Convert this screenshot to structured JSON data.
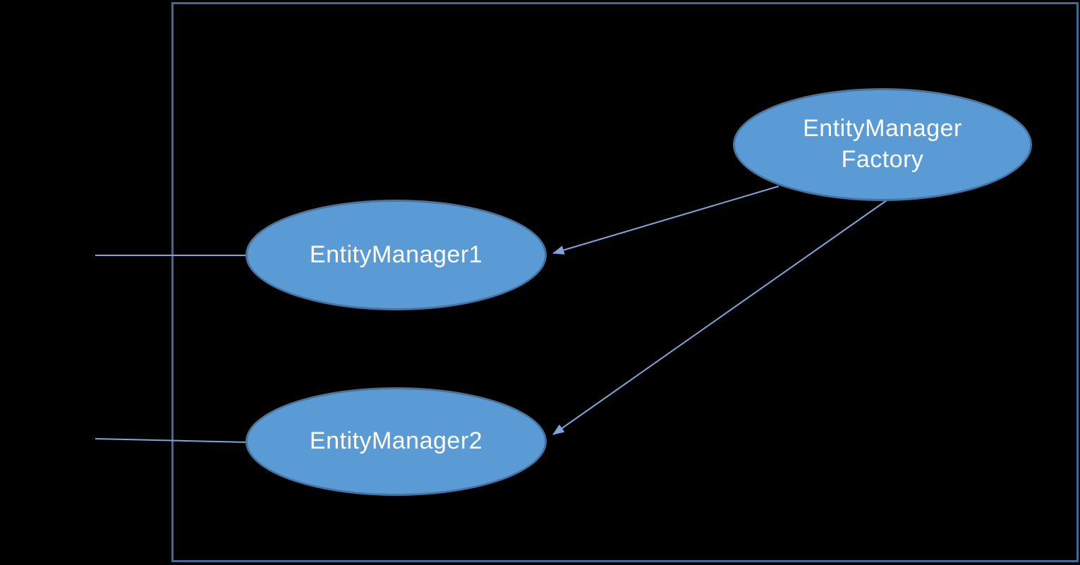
{
  "diagram": {
    "nodes": [
      {
        "id": "entity-manager-factory",
        "shape": "ellipse",
        "label_line1": "EntityManager",
        "label_line2": "Factory"
      },
      {
        "id": "entity-manager-1",
        "shape": "ellipse",
        "label": "EntityManager1"
      },
      {
        "id": "entity-manager-2",
        "shape": "ellipse",
        "label": "EntityManager2"
      }
    ],
    "edges": [
      {
        "from": "entity-manager-factory",
        "to": "entity-manager-1",
        "arrowhead": "at-target"
      },
      {
        "from": "entity-manager-factory",
        "to": "entity-manager-2",
        "arrowhead": "at-target"
      },
      {
        "from": "outside-left",
        "to": "entity-manager-1",
        "arrowhead": "none"
      },
      {
        "from": "outside-left",
        "to": "entity-manager-2",
        "arrowhead": "none"
      }
    ],
    "frame": {
      "description": "large rectangular boundary enclosing all nodes"
    }
  },
  "colors": {
    "background": "#000000",
    "node_fill": "#5B9BD5",
    "node_stroke": "#46749F",
    "connector": "#7EA6DC",
    "frame_stroke": "#3D6A96",
    "text": "#FFFFFF"
  }
}
